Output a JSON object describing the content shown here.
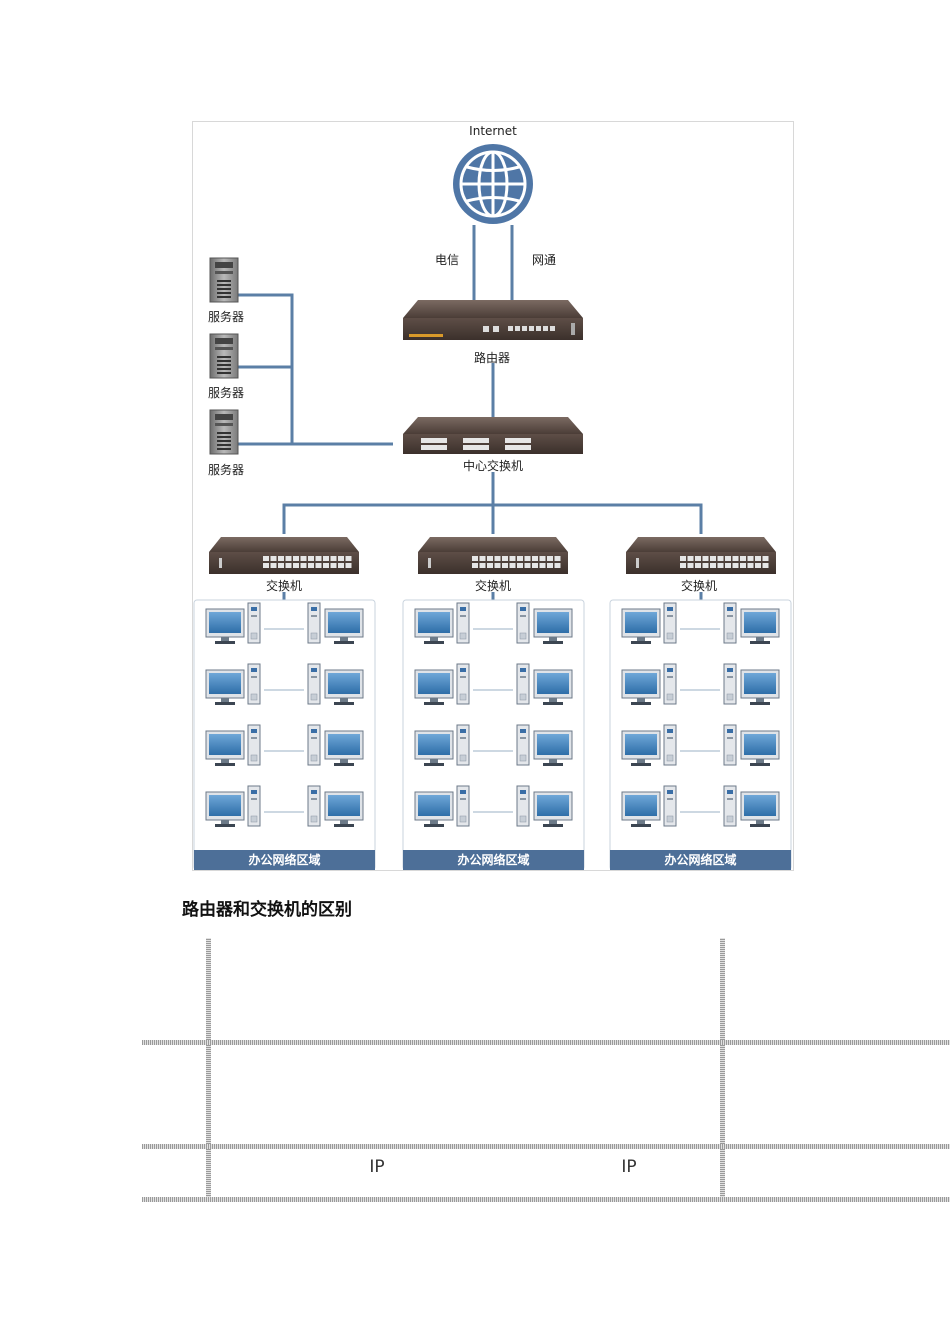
{
  "diagram": {
    "internet_label": "Internet",
    "isp_left": "电信",
    "isp_right": "网通",
    "router_label": "路由器",
    "core_switch_label": "中心交换机",
    "server_label": "服务器",
    "switch_label": "交换机",
    "zone_label": "办公网络区域",
    "colors": {
      "link": "#5b7fa6",
      "globe": "#4f76a6",
      "zone_bar": "#4d6f98",
      "device_body": "#5a4a44"
    }
  },
  "heading": "路由器和交换机的区别",
  "table": {
    "row3": {
      "col_a": "IP",
      "col_b": "IP"
    }
  }
}
